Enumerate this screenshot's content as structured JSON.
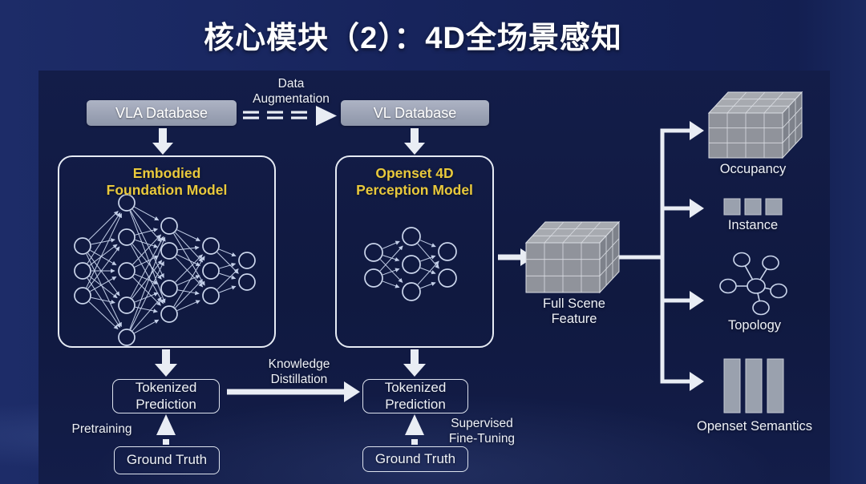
{
  "slide": {
    "title": "核心模块（2）：4D全场景感知"
  },
  "colors": {
    "background": "#17245c",
    "panel": "#111a42",
    "database_box_gray": "#9ca3b5",
    "accent_yellow": "#e9c93c",
    "text_white": "#eef1f7",
    "diagram_line": "#c3cfe8",
    "voxel_gray": "#90939b"
  },
  "left_branch": {
    "database_label": "VLA Database",
    "model_title": "Embodied\nFoundation Model",
    "model_icon": "dense-neural-network",
    "tokenized_label": "Tokenized\nPrediction",
    "ground_truth_label": "Ground Truth",
    "training_label": "Pretraining"
  },
  "middle_branch": {
    "database_label": "VL Database",
    "model_title": "Openset 4D\nPerception Model",
    "model_icon": "small-neural-network",
    "tokenized_label": "Tokenized\nPrediction",
    "ground_truth_label": "Ground Truth",
    "training_label": "Supervised\nFine-Tuning"
  },
  "flows": {
    "data_augmentation_label": "Data\nAugmentation",
    "knowledge_distillation_label": "Knowledge\nDistillation"
  },
  "feature": {
    "label": "Full Scene\nFeature",
    "icon": "voxel-grid-cube"
  },
  "outputs": [
    {
      "label": "Occupancy",
      "icon": "voxel-grid-cube"
    },
    {
      "label": "Instance",
      "icon": "three-squares-row"
    },
    {
      "label": "Topology",
      "icon": "star-graph"
    },
    {
      "label": "Openset Semantics",
      "icon": "three-vertical-bars"
    }
  ]
}
